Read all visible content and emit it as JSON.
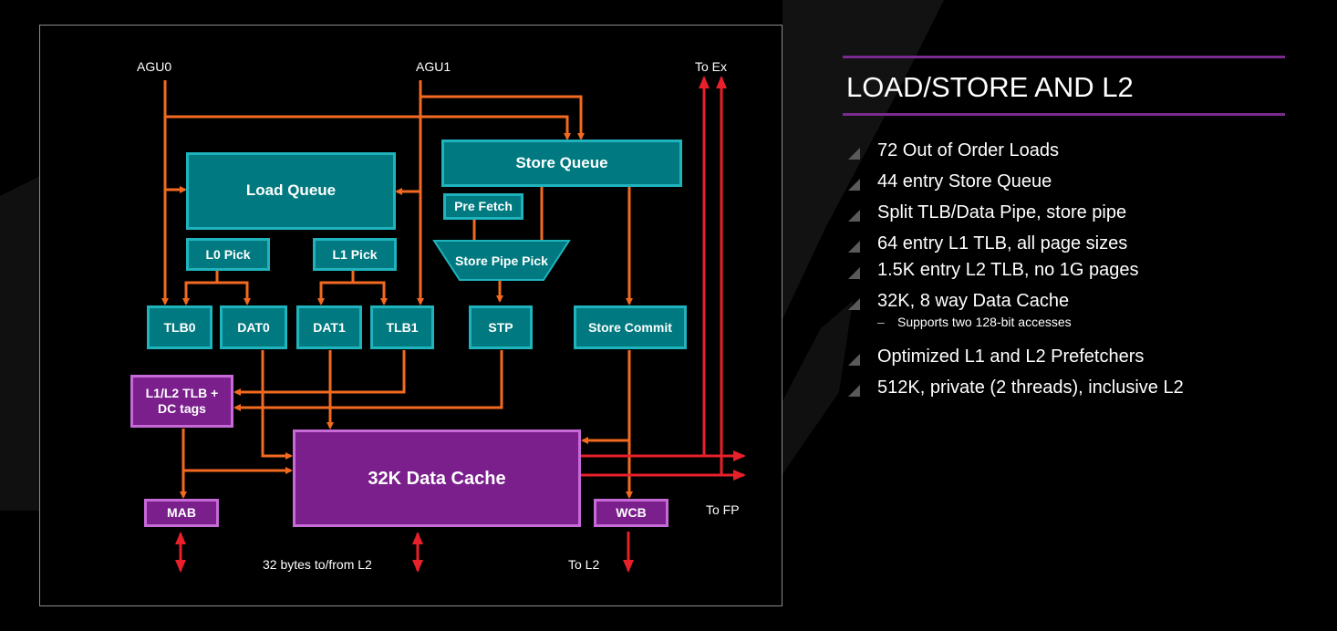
{
  "diagram": {
    "labels": {
      "agu0": "AGU0",
      "agu1": "AGU1",
      "to_ex": "To Ex",
      "to_fp": "To FP",
      "to_l2": "To L2",
      "l2_bytes": "32 bytes to/from L2"
    },
    "blocks": {
      "load_queue": "Load Queue",
      "store_queue": "Store Queue",
      "pre_fetch": "Pre Fetch",
      "store_pipe_pick": "Store Pipe Pick",
      "l0_pick": "L0 Pick",
      "l1_pick": "L1 Pick",
      "tlb0": "TLB0",
      "dat0": "DAT0",
      "dat1": "DAT1",
      "tlb1": "TLB1",
      "stp": "STP",
      "store_commit": "Store Commit",
      "l1l2_tlb": "L1/L2 TLB + DC tags",
      "data_cache": "32K Data Cache",
      "mab": "MAB",
      "wcb": "WCB"
    },
    "colors": {
      "teal_fill": "#007a80",
      "teal_border": "#1fb4bd",
      "purple_fill": "#7a1f8c",
      "purple_border": "#c56ad6",
      "arrow_orange": "#f26a21",
      "arrow_red": "#e8202a"
    }
  },
  "panel": {
    "title": "LOAD/STORE AND L2",
    "bullets": [
      "72 Out of Order Loads",
      "44 entry Store Queue",
      "Split TLB/Data Pipe, store pipe",
      "64 entry L1 TLB, all page sizes",
      "1.5K entry L2 TLB, no 1G pages",
      "32K, 8 way Data Cache"
    ],
    "sub_bullet": "Supports two 128-bit accesses",
    "bullets_after": [
      "Optimized L1 and L2 Prefetchers",
      "512K, private (2 threads), inclusive L2"
    ]
  }
}
